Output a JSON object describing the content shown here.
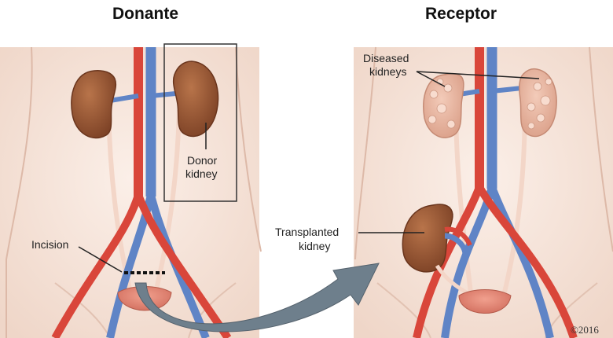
{
  "headings": {
    "donor": "Donante",
    "recipient": "Receptor"
  },
  "labels": {
    "donor_kidney_line1": "Donor",
    "donor_kidney_line2": "kidney",
    "incision": "Incision",
    "diseased_line1": "Diseased",
    "diseased_line2": "kidneys",
    "transplanted_line1": "Transplanted",
    "transplanted_line2": "kidney"
  },
  "copyright": "©2016",
  "colors": {
    "skin": "#f6e6dc",
    "artery": "#d9463a",
    "vein": "#5f84c6",
    "kidney": "#9b5a35",
    "diseased_kidney": "#e8b7a3",
    "arrow": "#6e7f8c"
  }
}
